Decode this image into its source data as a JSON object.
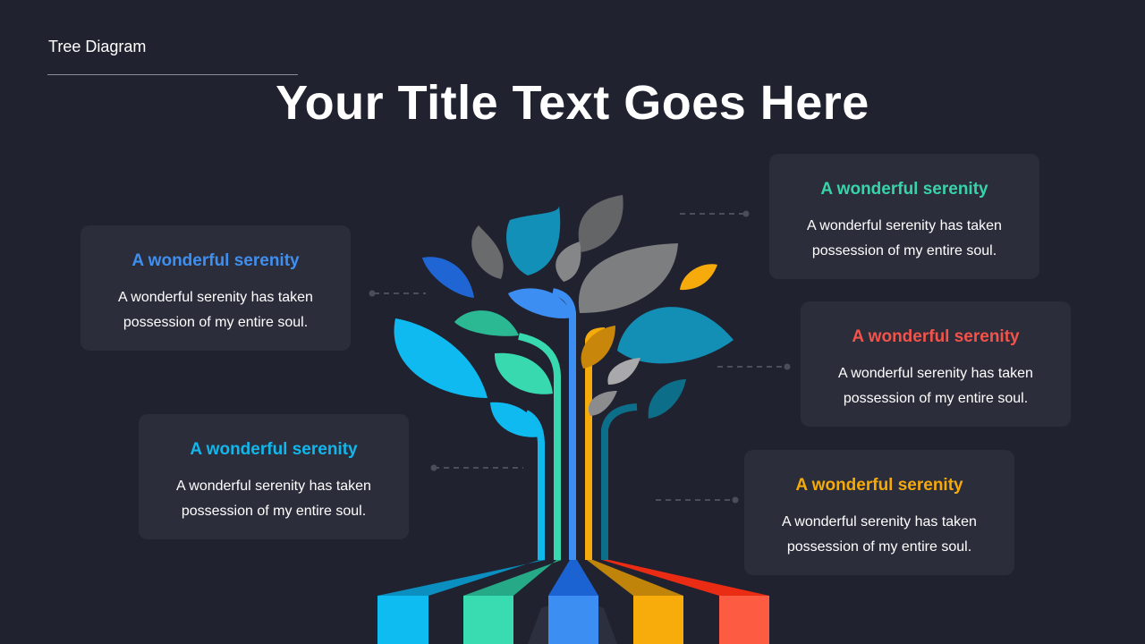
{
  "header": {
    "label": "Tree Diagram"
  },
  "title": "Your Title Text Goes Here",
  "cards": [
    {
      "title": "A wonderful serenity",
      "body": "A wonderful serenity has taken possession of my entire soul.",
      "color": "#3f8ff0"
    },
    {
      "title": "A wonderful serenity",
      "body": "A wonderful serenity has taken possession of my entire soul.",
      "color": "#12b6ea"
    },
    {
      "title": "A wonderful serenity",
      "body": "A wonderful serenity has taken possession of my entire soul.",
      "color": "#38d3a8"
    },
    {
      "title": "A wonderful serenity",
      "body": "A wonderful serenity has taken possession of my entire soul.",
      "color": "#f2534a"
    },
    {
      "title": "A wonderful serenity",
      "body": "A wonderful serenity has taken possession of my entire soul.",
      "color": "#f5aa0a"
    }
  ],
  "colors": {
    "background": "#20222f",
    "card": "#2b2d3a",
    "cyan": "#0fb9ee",
    "teal": "#38d9ae",
    "blue": "#3d8ef2",
    "orange": "#f6aa0c",
    "red": "#fb5a42",
    "gray": "#6f7072",
    "darkteal": "#0d6e8a"
  }
}
